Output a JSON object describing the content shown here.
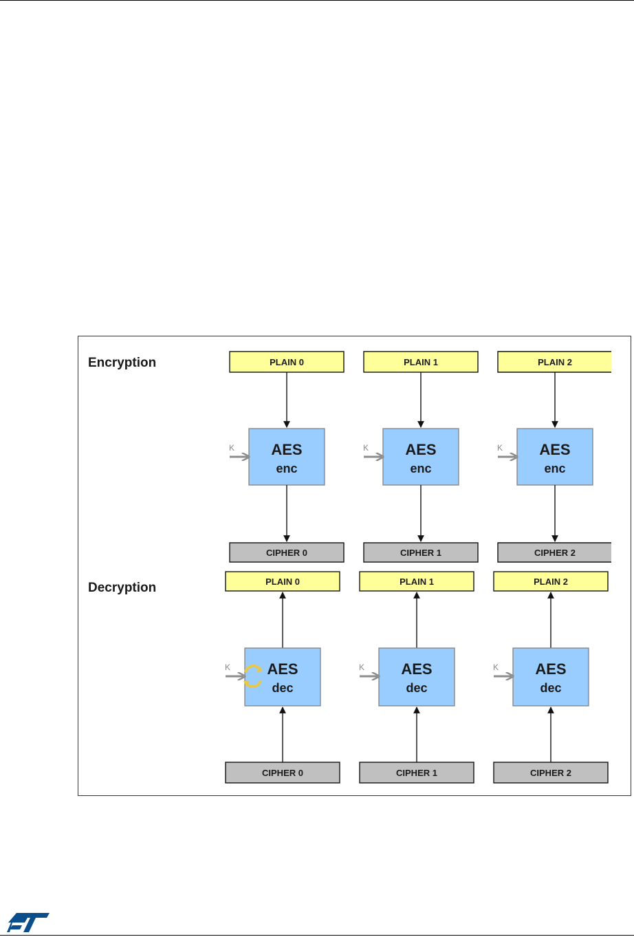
{
  "figure": {
    "encryption": {
      "title": "Encryption",
      "blocks": [
        {
          "plain": "PLAIN 0",
          "aes": "AES",
          "mode": "enc",
          "cipher": "CIPHER 0",
          "key": "K"
        },
        {
          "plain": "PLAIN 1",
          "aes": "AES",
          "mode": "enc",
          "cipher": "CIPHER 1",
          "key": "K"
        },
        {
          "plain": "PLAIN 2",
          "aes": "AES",
          "mode": "enc",
          "cipher": "CIPHER 2",
          "key": "K"
        }
      ]
    },
    "decryption": {
      "title": "Decryption",
      "blocks": [
        {
          "plain": "PLAIN 0",
          "aes": "AES",
          "mode": "dec",
          "cipher": "CIPHER 0",
          "key": "K"
        },
        {
          "plain": "PLAIN 1",
          "aes": "AES",
          "mode": "dec",
          "cipher": "CIPHER 1",
          "key": "K"
        },
        {
          "plain": "PLAIN 2",
          "aes": "AES",
          "mode": "dec",
          "cipher": "CIPHER 2",
          "key": "K"
        }
      ]
    }
  },
  "colors": {
    "plain": "#ffff99",
    "cipher": "#c0c0c0",
    "aes": "#99ccff",
    "key_arrow": "#8c8c8c",
    "brand": "#0b4e8c"
  }
}
